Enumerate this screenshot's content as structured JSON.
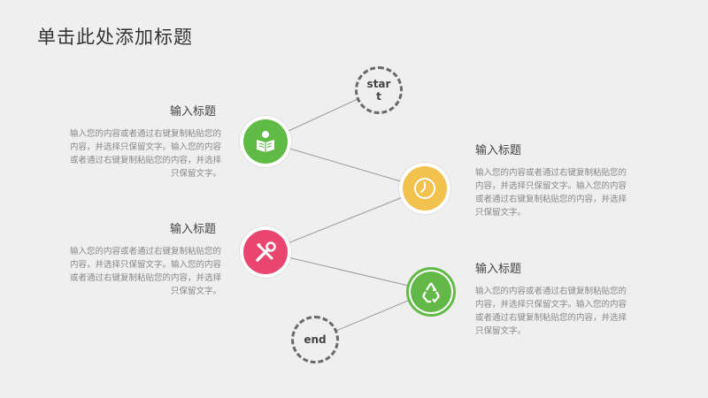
{
  "slide": {
    "title": "单击此处添加标题",
    "start_label": "start",
    "end_label": "end"
  },
  "items": [
    {
      "heading": "输入标题",
      "text": "输入您的内容或者通过右键复制粘贴您的内容，并选择只保留文字。输入您的内容或者通过右键复制粘贴您的内容，并选择只保留文字。",
      "color": "#5fba46",
      "icon": "reading-person-icon"
    },
    {
      "heading": "输入标题",
      "text": "输入您的内容或者通过右键复制粘贴您的内容，并选择只保留文字。输入您的内容或者通过右键复制粘贴您的内容，并选择只保留文字。",
      "color": "#f2c14e",
      "icon": "clock-icon"
    },
    {
      "heading": "输入标题",
      "text": "输入您的内容或者通过右键复制粘贴您的内容，并选择只保留文字。输入您的内容或者通过右键复制粘贴您的内容，并选择只保留文字。",
      "color": "#e8466e",
      "icon": "tools-icon"
    },
    {
      "heading": "输入标题",
      "text": "输入您的内容或者通过右键复制粘贴您的内容，并选择只保留文字。输入您的内容或者通过右键复制粘贴您的内容，并选择只保留文字。",
      "color": "#63b947",
      "icon": "recycle-icon"
    }
  ]
}
